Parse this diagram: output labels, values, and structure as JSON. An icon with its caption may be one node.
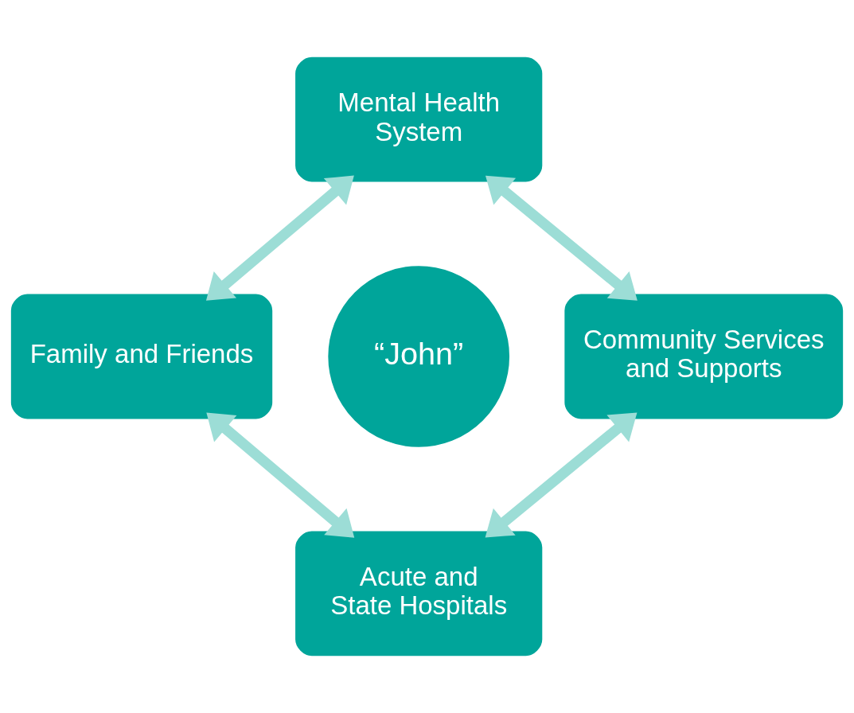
{
  "diagram": {
    "nodes": [
      {
        "text": [
          "Mental Health System"
        ]
      },
      {
        "text": [
          "Family and Friends"
        ]
      },
      {
        "text": [
          "“John”"
        ]
      },
      {
        "text": [
          "Community Services and Supports"
        ]
      },
      {
        "text": [
          "Acute and State Hospitals"
        ]
      }
    ],
    "edges": [
      {
        "from": 0,
        "to": 1,
        "arrow": "both"
      },
      {
        "from": 0,
        "to": 3,
        "arrow": "both"
      },
      {
        "from": 1,
        "to": 4,
        "arrow": "both"
      },
      {
        "from": 3,
        "to": 4,
        "arrow": "both"
      }
    ]
  }
}
